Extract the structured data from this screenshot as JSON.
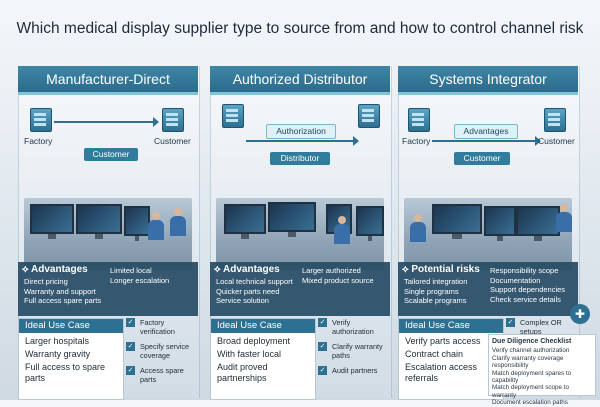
{
  "title": "Which medical display supplier type to source from and how to control channel risk",
  "columns": [
    {
      "header": "Manufacturer-Direct",
      "flow": {
        "left": "Factory",
        "right": "Customer",
        "mid": "Customer"
      },
      "advantages_title": "Advantages",
      "advantages_left": [
        "Direct pricing",
        "Warranty and support",
        "Full access spare parts"
      ],
      "advantages_right": [
        "Limited local",
        "Longer escalation"
      ],
      "use_title": "Ideal Use Case",
      "use_items": [
        "Larger hospitals",
        "Warranty gravity",
        "Full access to spare parts"
      ],
      "side_items": [
        "Factory verification",
        "Specify service coverage",
        "Access spare parts"
      ]
    },
    {
      "header": "Authorized Distributor",
      "flow": {
        "left": "",
        "right": "",
        "mid": "Distributor",
        "top": "Authorization"
      },
      "advantages_title": "Advantages",
      "advantages_left": [
        "Local technical support",
        "Quicker parts need",
        "Service solution"
      ],
      "advantages_right": [
        "Larger authorized",
        "Mixed product source"
      ],
      "use_title": "Ideal Use Case",
      "use_items": [
        "Broad deployment",
        "With faster local",
        "Audit proved partnerships"
      ],
      "side_items": [
        "Verify authorization",
        "Clarify warranty paths",
        "Audit partners"
      ]
    },
    {
      "header": "Systems Integrator",
      "flow": {
        "left": "Factory",
        "right": "Customer",
        "mid": "Customer",
        "top": "Advantages"
      },
      "advantages_title": "Potential risks",
      "advantages_left": [
        "Tailored integration",
        "Single programs",
        "Scalable programs"
      ],
      "advantages_right": [
        "Responsibility scope",
        "Documentation",
        "Support dependencies",
        "Check service details"
      ],
      "use_title": "Ideal Use Case",
      "use_items": [
        "Verify parts access",
        "Contract chain",
        "Escalation access referrals"
      ],
      "side_items": [
        "Complex OR setups"
      ]
    }
  ],
  "checklist": {
    "title": "Due Diligence Checklist",
    "items": [
      "Verify channel authorization",
      "Clarify warranty coverage responsibility",
      "Match deployment spares to capability",
      "Match deployment scope to warranty",
      "Document escalation paths"
    ]
  }
}
